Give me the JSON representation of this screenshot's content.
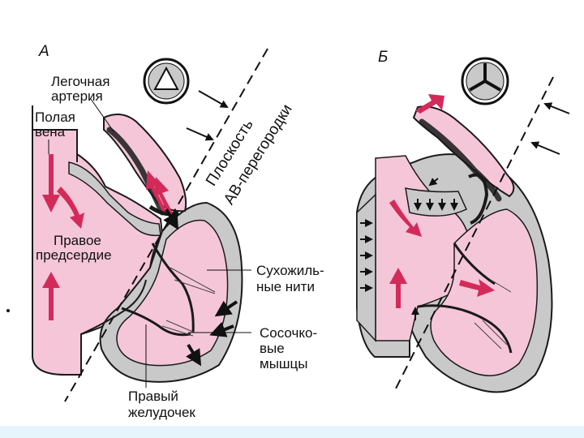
{
  "panels": {
    "a": "А",
    "b": "Б"
  },
  "labels": {
    "pulmonary_artery_1": "Легочная",
    "pulmonary_artery_2": "артерия",
    "vena_cava_1": "Полая",
    "vena_cava_2": "вена",
    "right_atrium_1": "Правое",
    "right_atrium_2": "предсердие",
    "tendon_chords_1": "Сухожиль-",
    "tendon_chords_2": "ные нити",
    "papillary_1": "Сосочко-",
    "papillary_2": "вые",
    "papillary_3": "мышцы",
    "right_ventricle_1": "Правый",
    "right_ventricle_2": "желудочек",
    "plane_1": "Плоскость",
    "plane_2": "АВ-перегородки"
  },
  "colors": {
    "blood": "#f5c6d8",
    "muscle": "#c9c9c9",
    "arrow": "#d42a5a",
    "outline": "#1a1a1a",
    "bottom_strip": "#e6f4fb"
  },
  "icons": [
    "valve-open-icon",
    "valve-closed-icon",
    "flow-arrow-icon",
    "pressure-arrow-icon"
  ]
}
